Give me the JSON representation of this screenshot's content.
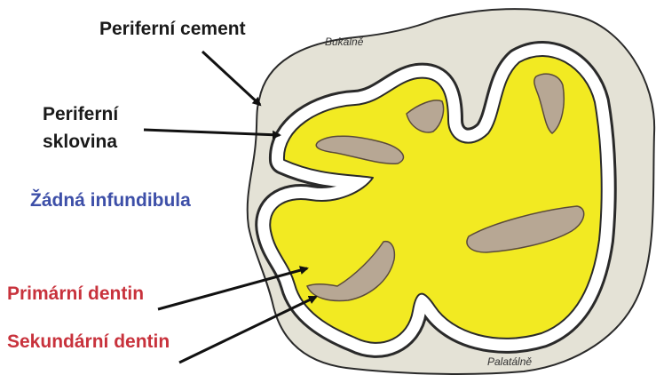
{
  "labels": {
    "peripheral_cement": "Periferní cement",
    "peripheral_enamel_line1": "Periferní",
    "peripheral_enamel_line2": "sklovina",
    "no_infundibula": "Žádná infundibula",
    "primary_dentin": "Primární dentin",
    "secondary_dentin": "Sekundární dentin",
    "buccal": "Bukálně",
    "palatal": "Palatálně"
  },
  "colors": {
    "cement": "#e4e2d6",
    "enamel": "#ffffff",
    "dentin": "#f2ea22",
    "secondary_dentin": "#b7a794",
    "outline": "#2a2a2a",
    "label_dark": "#1a1a1a",
    "label_blue": "#3d4fa8",
    "label_red": "#c8323c"
  }
}
